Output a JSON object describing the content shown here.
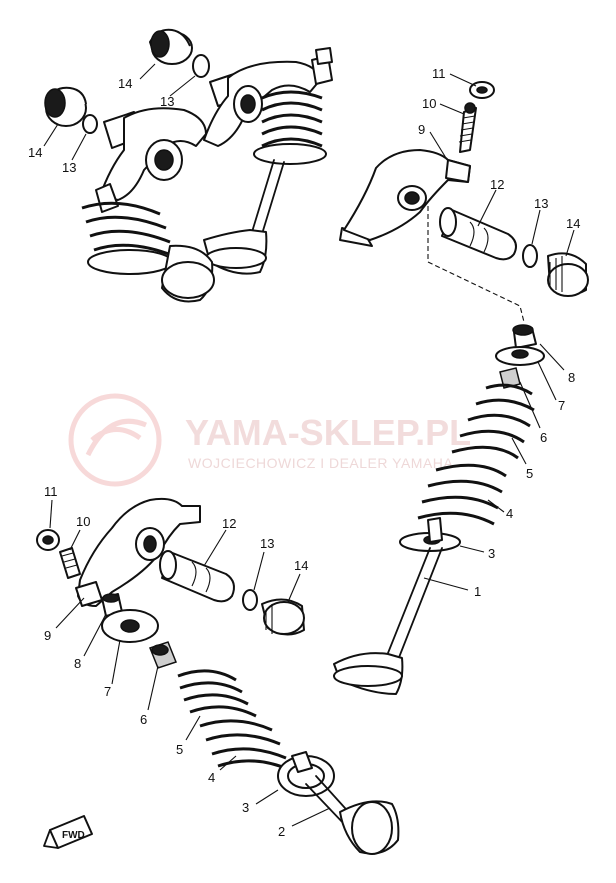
{
  "watermark": {
    "title": "YAMA-SKLEP.PL",
    "subtitle": "WOJCIECHOWICZ I DEALER YAMAHA"
  },
  "direction_label": "FWD",
  "callouts": {
    "top_left": [
      "14",
      "13",
      "14",
      "13"
    ],
    "top_right": [
      "11",
      "10",
      "9",
      "12",
      "13",
      "14"
    ],
    "right": [
      "8",
      "7",
      "6",
      "5",
      "4",
      "3",
      "1"
    ],
    "bottom_left": [
      "11",
      "10",
      "12",
      "13",
      "14",
      "9",
      "8",
      "7",
      "6",
      "5",
      "4",
      "3",
      "2"
    ]
  }
}
